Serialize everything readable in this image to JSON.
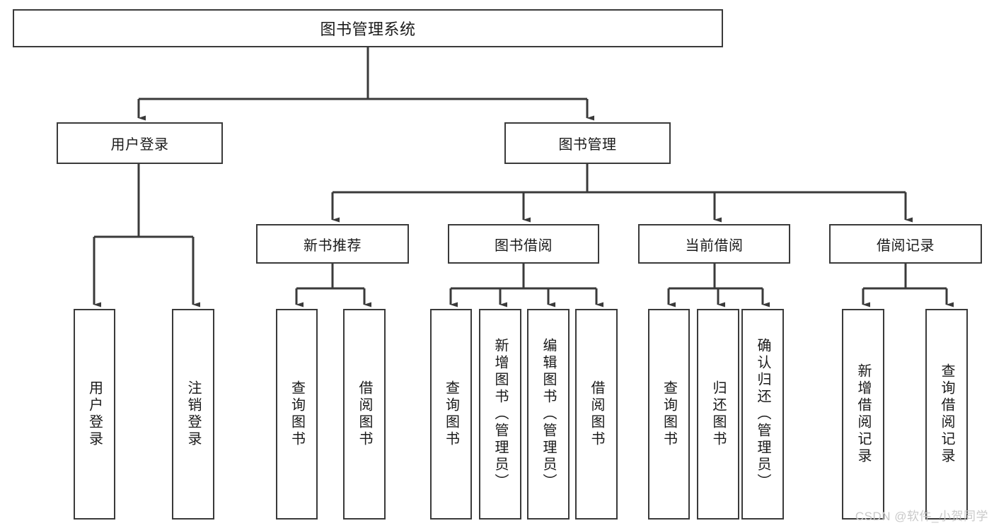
{
  "diagram": {
    "title": "图书管理系统",
    "stroke_color": "#3a3a3a",
    "background_color": "#ffffff",
    "text_color": "#1a1a1a",
    "watermark": "CSDN @软件_小贺同学",
    "levels": {
      "root": {
        "label": "图书管理系统"
      },
      "level2": [
        {
          "id": "user-login",
          "label": "用户登录"
        },
        {
          "id": "book-management",
          "label": "图书管理"
        }
      ],
      "level3": [
        {
          "id": "new-book-recommend",
          "label": "新书推荐"
        },
        {
          "id": "book-borrow",
          "label": "图书借阅"
        },
        {
          "id": "current-borrow",
          "label": "当前借阅"
        },
        {
          "id": "borrow-record",
          "label": "借阅记录"
        }
      ],
      "leaves": {
        "user_login": [
          {
            "id": "leaf-user-login",
            "label": "用户登录"
          },
          {
            "id": "leaf-logout-login",
            "label": "注销登录"
          }
        ],
        "new_book_recommend": [
          {
            "id": "leaf-query-book-1",
            "label": "查询图书"
          },
          {
            "id": "leaf-borrow-book-1",
            "label": "借阅图书"
          }
        ],
        "book_borrow": [
          {
            "id": "leaf-query-book-2",
            "label": "查询图书"
          },
          {
            "id": "leaf-add-book",
            "label": "新增图书（管理员）"
          },
          {
            "id": "leaf-edit-book",
            "label": "编辑图书（管理员）"
          },
          {
            "id": "leaf-borrow-book-2",
            "label": "借阅图书"
          }
        ],
        "current_borrow": [
          {
            "id": "leaf-query-book-3",
            "label": "查询图书"
          },
          {
            "id": "leaf-return-book",
            "label": "归还图书"
          },
          {
            "id": "leaf-confirm-return",
            "label": "确认归还（管理员）"
          }
        ],
        "borrow_record": [
          {
            "id": "leaf-add-record",
            "label": "新增借阅记录"
          },
          {
            "id": "leaf-query-record",
            "label": "查询借阅记录"
          }
        ]
      }
    }
  }
}
